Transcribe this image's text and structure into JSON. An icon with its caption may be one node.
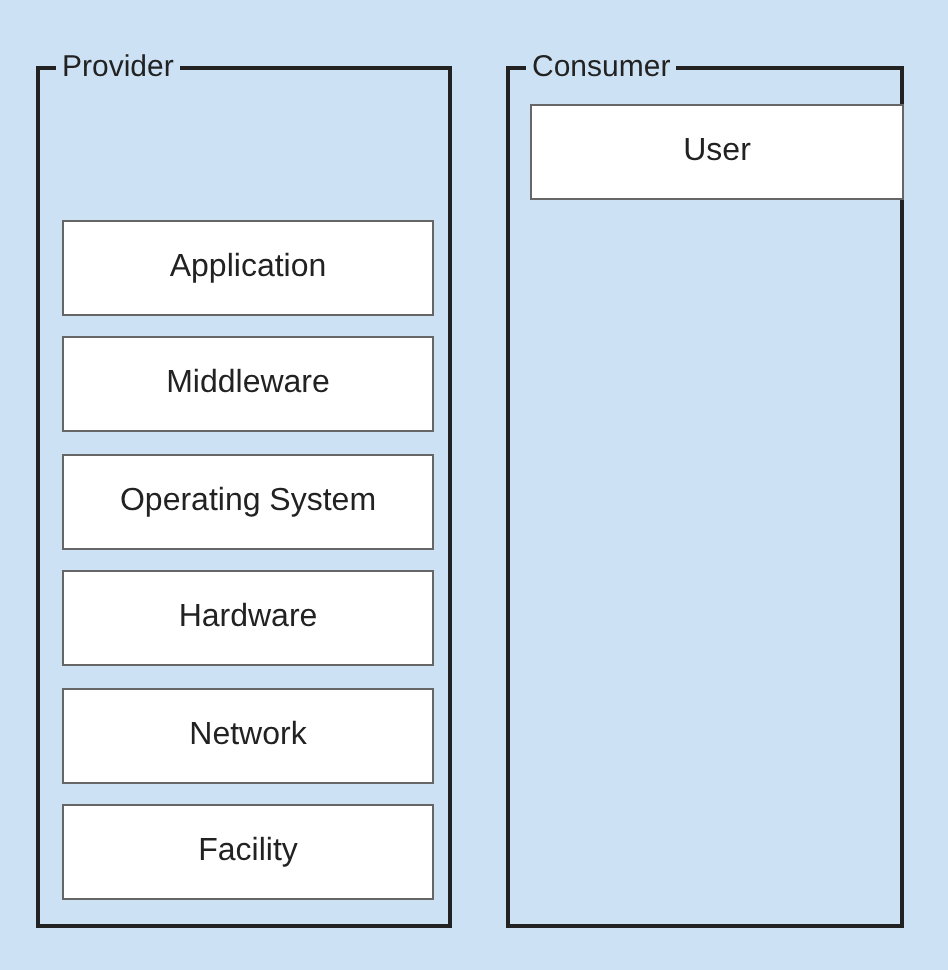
{
  "diagram": {
    "nodes": [
      {
        "text": [
          "Provider"
        ]
      },
      {
        "text": [
          "Application"
        ],
        "in": 0
      },
      {
        "text": [
          "Middleware"
        ],
        "in": 0
      },
      {
        "text": [
          "Operating System"
        ],
        "in": 0
      },
      {
        "text": [
          "Hardware"
        ],
        "in": 0
      },
      {
        "text": [
          "Network"
        ],
        "in": 0
      },
      {
        "text": [
          "Facility"
        ],
        "in": 0
      },
      {
        "text": [
          "Consumer"
        ]
      },
      {
        "text": [
          "User"
        ],
        "in": 7
      }
    ]
  }
}
